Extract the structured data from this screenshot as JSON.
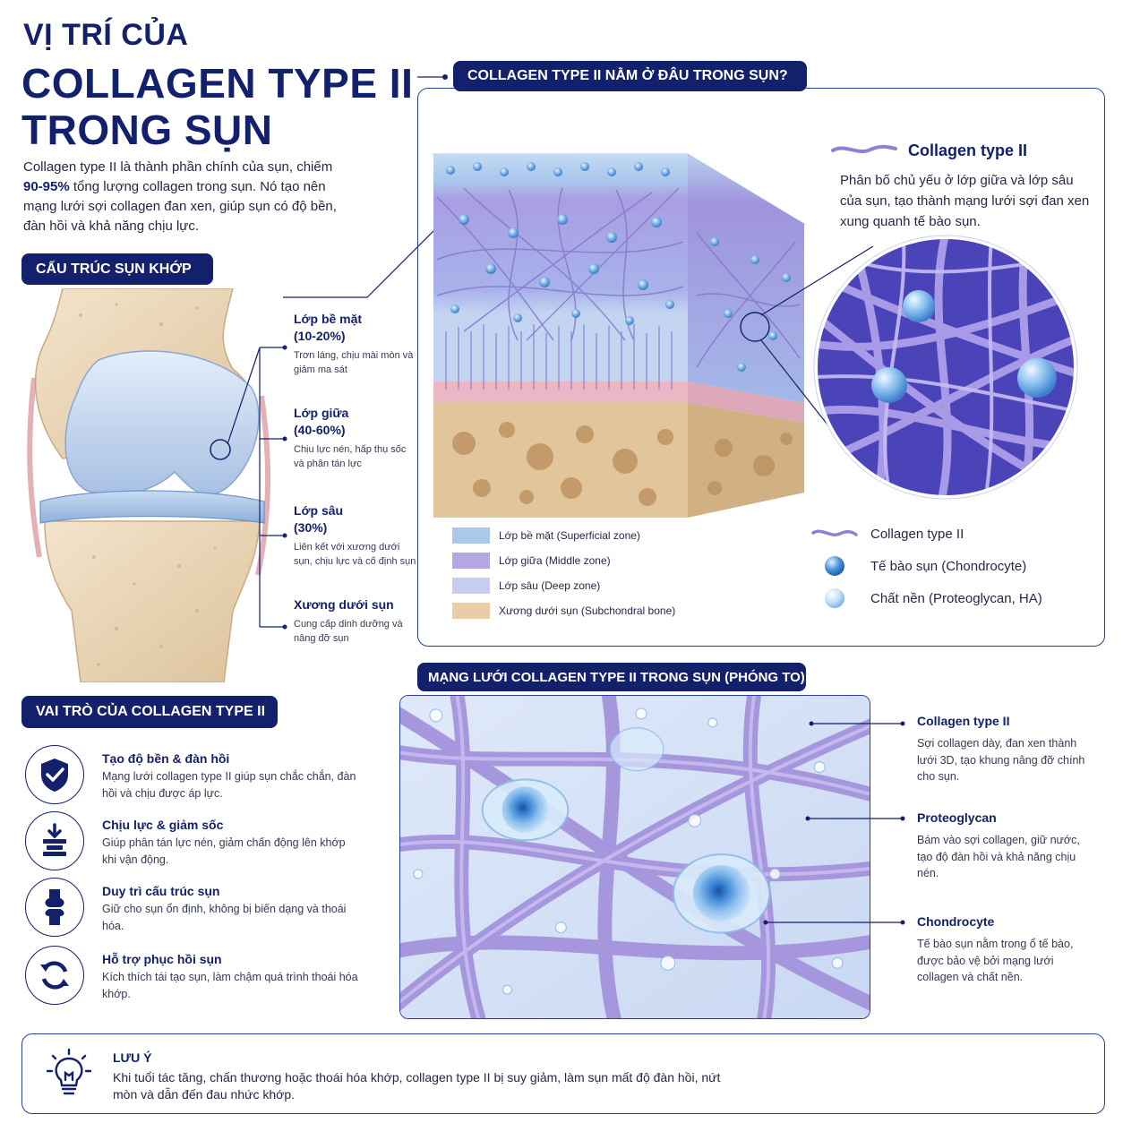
{
  "title": {
    "line1": "VỊ TRÍ CỦA",
    "line2": "COLLAGEN TYPE II",
    "line3": "TRONG SỤN"
  },
  "intro": {
    "part1": "Collagen type II là thành phần chính của sụn, chiếm ",
    "bold": "90-95%",
    "part2": " tổng lượng collagen trong sụn. Nó tạo nên mạng lưới sợi collagen đan xen, giúp sụn có độ bền, đàn hồi và khả năng chịu lực."
  },
  "structure": {
    "heading": "CẤU TRÚC SỤN KHỚP",
    "layers": [
      {
        "title": "Lớp bề mặt",
        "percent": "(10-20%)",
        "desc": "Trơn láng, chịu mài mòn và giảm ma sát"
      },
      {
        "title": "Lớp giữa",
        "percent": "(40-60%)",
        "desc": "Chịu lực nén, hấp thụ sốc và phân tán lực"
      },
      {
        "title": "Lớp sâu",
        "percent": "(30%)",
        "desc": "Liên kết với xương dưới sụn, chịu lực và cố định sụn"
      },
      {
        "title": "Xương dưới sụn",
        "percent": "",
        "desc": "Cung cấp dinh dưỡng và nâng đỡ sụn"
      }
    ]
  },
  "location": {
    "heading": "COLLAGEN TYPE II NẰM Ở ĐÂU TRONG SỤN?",
    "callout_title": "Collagen type II",
    "callout_desc": "Phân bố chủ yếu ở lớp giữa và lớp sâu của sụn, tạo thành mạng lưới sợi đan xen xung quanh tế bào sụn.",
    "zone_legend": [
      {
        "label": "Lớp bề mặt (Superficial zone)",
        "color": "#a9c8ea"
      },
      {
        "label": "Lớp giữa (Middle zone)",
        "color": "#b6a6e6"
      },
      {
        "label": "Lớp sâu (Deep zone)",
        "color": "#c6cdee"
      },
      {
        "label": "Xương dưới sụn (Subchondral bone)",
        "color": "#e8cda6"
      }
    ],
    "component_legend": [
      {
        "label": "Collagen type II",
        "icon": "fiber-icon"
      },
      {
        "label": "Tế bào sụn (Chondrocyte)",
        "icon": "chondrocyte-icon"
      },
      {
        "label": "Chất nền (Proteoglycan, HA)",
        "icon": "matrix-icon"
      }
    ]
  },
  "roles": {
    "heading": "VAI TRÒ CỦA COLLAGEN TYPE II",
    "items": [
      {
        "title": "Tạo độ bền & đàn hồi",
        "desc": "Mạng lưới collagen type II giúp sụn chắc chắn, đàn hồi và chịu được áp lực.",
        "icon": "shield-check-icon"
      },
      {
        "title": "Chịu lực & giảm sốc",
        "desc": "Giúp phân tán lực nén, giảm chấn động lên khớp khi vận động.",
        "icon": "compression-icon"
      },
      {
        "title": "Duy trì cấu trúc sụn",
        "desc": "Giữ cho sụn ổn định, không bị biến dạng và thoái hóa.",
        "icon": "joint-icon"
      },
      {
        "title": "Hỗ trợ phục hồi sụn",
        "desc": "Kích thích tái tạo sụn, làm chậm quá trình thoái hóa khớp.",
        "icon": "refresh-icon"
      }
    ]
  },
  "network": {
    "heading": "MẠNG LƯỚI COLLAGEN TYPE II TRONG SỤN (PHÓNG TO)",
    "labels": [
      {
        "title": "Collagen type II",
        "desc": "Sợi collagen dày, đan xen thành lưới 3D, tạo khung nâng đỡ chính cho sụn."
      },
      {
        "title": "Proteoglycan",
        "desc": "Bám vào sợi collagen, giữ nước, tạo độ đàn hồi và khả năng chịu nén."
      },
      {
        "title": "Chondrocyte",
        "desc": "Tế bào sụn nằm trong ổ tế bào, được bảo vệ bởi mạng lưới collagen và chất nền."
      }
    ]
  },
  "note": {
    "title": "LƯU Ý",
    "text": "Khi tuổi tác tăng, chấn thương hoặc thoái hóa khớp, collagen type II bị suy giảm, làm sụn mất độ đàn hồi, nứt mòn và dẫn đến đau nhức khớp.",
    "icon": "lightbulb-icon"
  },
  "colors": {
    "navy": "#13206b",
    "collagen": "#8f7fd6",
    "cell": "#3f8fd8",
    "bone": "#e2c59a"
  }
}
